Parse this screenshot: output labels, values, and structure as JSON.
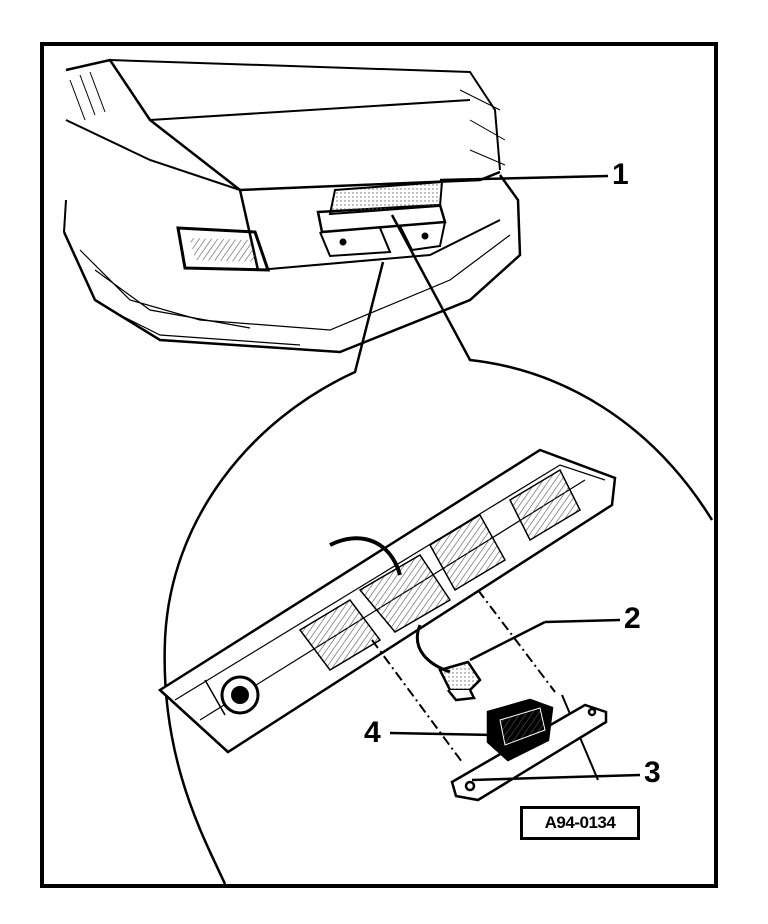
{
  "figure": {
    "reference_code": "A94-0134",
    "callouts": [
      {
        "id": "1",
        "label": "1"
      },
      {
        "id": "2",
        "label": "2"
      },
      {
        "id": "3",
        "label": "3"
      },
      {
        "id": "4",
        "label": "4"
      }
    ]
  },
  "colors": {
    "line": "#000000",
    "background": "#ffffff",
    "hatch": "#555555"
  }
}
